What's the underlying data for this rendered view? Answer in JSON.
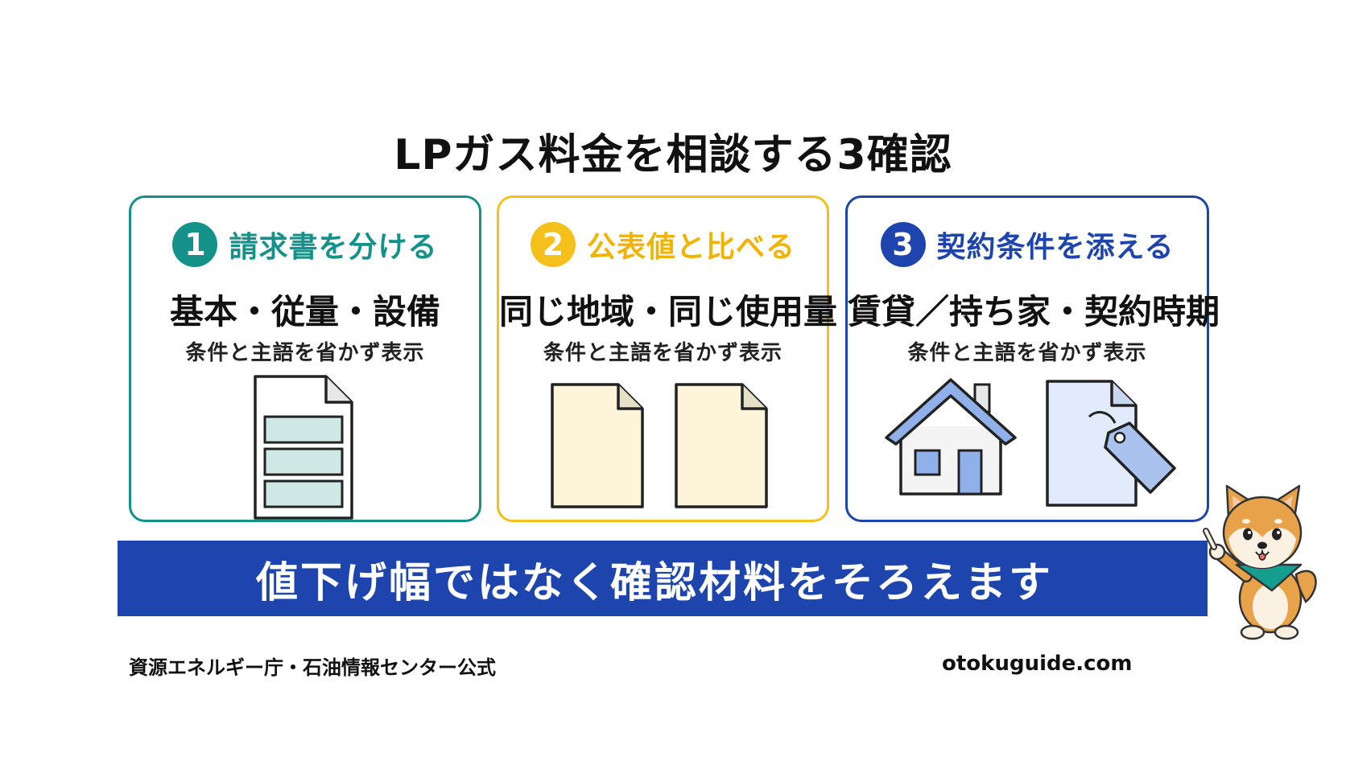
{
  "title": "LPガス料金を相談する3確認",
  "cards": [
    {
      "number": "1",
      "heading": "請求書を分ける",
      "subheading": "基本・従量・設備",
      "note": "条件と主語を省かず表示",
      "accent": "#149189"
    },
    {
      "number": "2",
      "heading": "公表値と比べる",
      "subheading": "同じ地域・同じ使用量",
      "note": "条件と主語を省かず表示",
      "accent": "#f5c01c"
    },
    {
      "number": "3",
      "heading": "契約条件を添える",
      "subheading": "賃貸／持ち家・契約時期",
      "note": "条件と主語を省かず表示",
      "accent": "#1e45ad"
    }
  ],
  "banner": {
    "text": "値下げ幅ではなく確認材料をそろえます",
    "color": "#1e45ad"
  },
  "footer": {
    "source": "資源エネルギー庁・石油情報センター公式",
    "site": "otokuguide.com"
  }
}
